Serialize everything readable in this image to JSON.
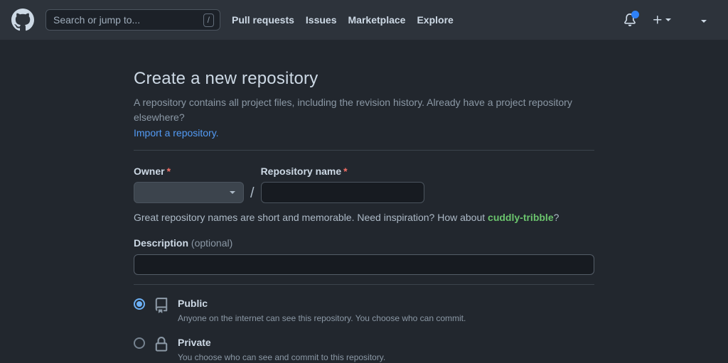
{
  "colors": {
    "header_bg": "#2d333b",
    "page_bg": "#22272e",
    "accent_blue": "#539bf5",
    "notification_dot": "#2f81f7",
    "success_green": "#6bc46d",
    "danger_red": "#f47067"
  },
  "header": {
    "logo_icon": "github-mark-icon",
    "search": {
      "placeholder": "Search or jump to...",
      "slash_hint": "/"
    },
    "nav": [
      {
        "label": "Pull requests"
      },
      {
        "label": "Issues"
      },
      {
        "label": "Marketplace"
      },
      {
        "label": "Explore"
      }
    ],
    "icons": {
      "notifications": "bell-icon",
      "create_new": "plus-icon",
      "account_menu": "chevron-down-icon"
    },
    "has_unread_notifications": true
  },
  "page": {
    "title": "Create a new repository",
    "subtitle": "A repository contains all project files, including the revision history. Already have a project repository elsewhere?",
    "import_link": "Import a repository."
  },
  "form": {
    "required_marker": "*",
    "owner": {
      "label": "Owner",
      "selected_value": ""
    },
    "repo_name": {
      "label": "Repository name",
      "value": "",
      "separator": "/"
    },
    "suggestion": {
      "prefix": "Great repository names are short and memorable. Need inspiration? How about ",
      "name": "cuddly-tribble",
      "suffix": "?"
    },
    "description": {
      "label": "Description",
      "optional_note": "(optional)",
      "value": ""
    },
    "visibility_options": [
      {
        "label": "Public",
        "description": "Anyone on the internet can see this repository. You choose who can commit.",
        "icon": "repo-book-icon",
        "selected": true
      },
      {
        "label": "Private",
        "description": "You choose who can see and commit to this repository.",
        "icon": "lock-icon",
        "selected": false
      }
    ]
  }
}
